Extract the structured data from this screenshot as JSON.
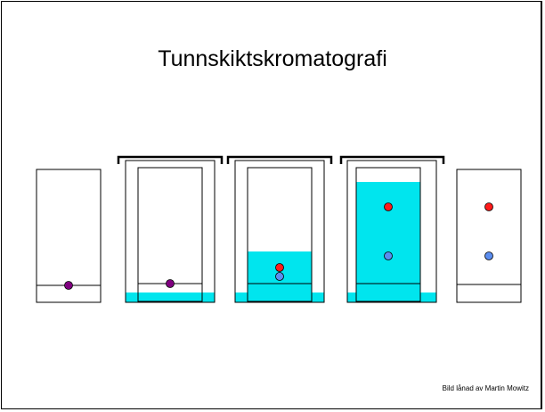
{
  "slide": {
    "title": "Tunnskiktskromatografi",
    "credit": "Bild lånad av Martin Mowitz"
  },
  "colors": {
    "solvent": "#00e5ee",
    "mixed_spot": "#800080",
    "red_spot": "#ff1a1a",
    "blue_spot": "#5b8def",
    "outline": "#000000"
  },
  "stages": [
    {
      "stage": 1,
      "has_chamber": false,
      "solvent_front_fraction": 0.0,
      "spots": [
        "mixed"
      ]
    },
    {
      "stage": 2,
      "has_chamber": true,
      "solvent_front_fraction": 0.0,
      "spots": [
        "mixed"
      ]
    },
    {
      "stage": 3,
      "has_chamber": true,
      "solvent_front_fraction": 0.35,
      "spots": [
        "red",
        "blue"
      ]
    },
    {
      "stage": 4,
      "has_chamber": true,
      "solvent_front_fraction": 0.88,
      "spots": [
        "red",
        "blue"
      ]
    },
    {
      "stage": 5,
      "has_chamber": false,
      "solvent_front_fraction": 0.0,
      "spots": [
        "red",
        "blue"
      ]
    }
  ]
}
